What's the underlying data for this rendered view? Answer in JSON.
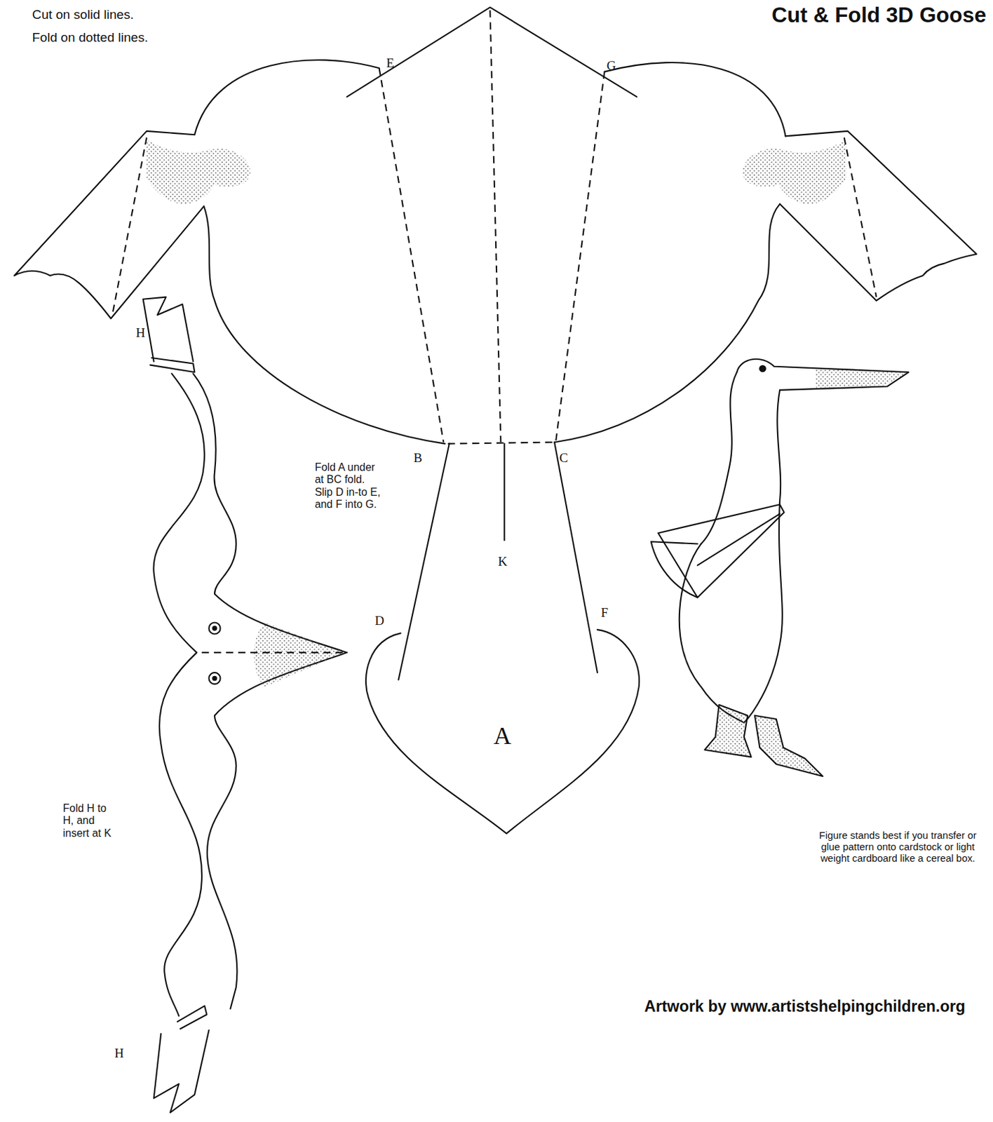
{
  "diagram": {
    "title": "Cut & Fold 3D Goose",
    "labels": [
      "Cut on solid lines.",
      "Fold on dotted lines.",
      "E",
      "G",
      "H",
      "B",
      "C",
      "K",
      "Fold A under at BC fold. Slip D in-to E, and F into G.",
      "D",
      "F",
      "A",
      "Fold H to H, and insert at K",
      "H",
      "Figure stands best if you transfer or glue pattern onto cardstock or light weight cardboard like a cereal box.",
      "Artwork by www.artistshelpingchildren.org"
    ]
  }
}
